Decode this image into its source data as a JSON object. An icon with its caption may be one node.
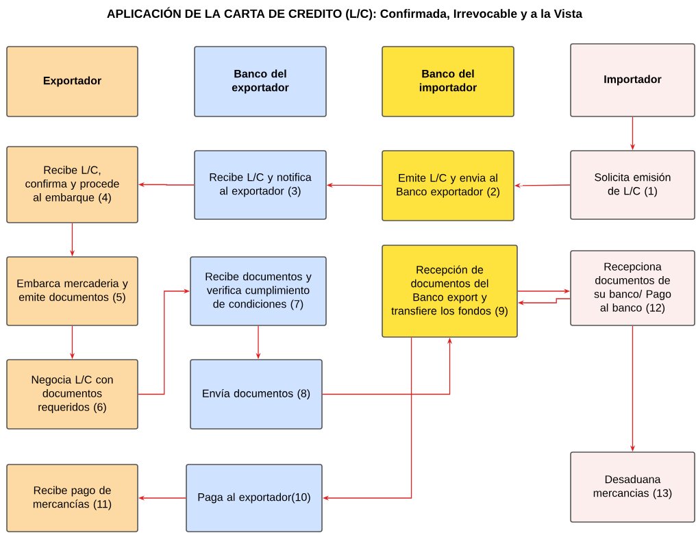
{
  "diagram": {
    "title": "APLICACIÓN DE LA CARTA DE CREDITO (L/C): Confirmada, Irrevocable y a  la Vista",
    "nodes": [
      {
        "text": [
          "Exportador"
        ]
      },
      {
        "text": [
          "Banco del exportador"
        ]
      },
      {
        "text": [
          "Banco del importador"
        ]
      },
      {
        "text": [
          "Importador"
        ]
      },
      {
        "text": [
          "Recibe L/C, confirma y procede al embarque (4)"
        ]
      },
      {
        "text": [
          "Recibe L/C y notifica al exportador (3)"
        ]
      },
      {
        "text": [
          "Emite L/C y envia al Banco exportador (2)"
        ]
      },
      {
        "text": [
          "Solicita emisión de L/C (1)"
        ]
      },
      {
        "text": [
          "Embarca mercaderia y emite documentos (5)"
        ]
      },
      {
        "text": [
          "Recibe documentos y verifica cumplimiento de condiciones (7)"
        ]
      },
      {
        "text": [
          "Recepción de documentos del Banco export y transfiere los fondos (9)"
        ]
      },
      {
        "text": [
          "Recepciona documentos de su banco/ Pago al banco (12)"
        ]
      },
      {
        "text": [
          "Negocia L/C con documentos requeridos (6)"
        ]
      },
      {
        "text": [
          "Envía documentos (8)"
        ]
      },
      {
        "text": [
          "Desaduana mercancias (13)"
        ]
      },
      {
        "text": [
          "Recibe pago de mercancías (11)"
        ]
      },
      {
        "text": [
          "Paga al exportador(10)"
        ]
      }
    ],
    "edges": [
      {
        "from": 3,
        "to": 7,
        "arrow": "to"
      },
      {
        "from": 7,
        "to": 6,
        "arrow": "to"
      },
      {
        "from": 6,
        "to": 5,
        "arrow": "to"
      },
      {
        "from": 5,
        "to": 4,
        "arrow": "to"
      },
      {
        "from": 4,
        "to": 8,
        "arrow": "to"
      },
      {
        "from": 8,
        "to": 12,
        "arrow": "to"
      },
      {
        "from": 12,
        "to": 9,
        "arrow": "to"
      },
      {
        "from": 9,
        "to": 13,
        "arrow": "to"
      },
      {
        "from": 13,
        "to": 10,
        "arrow": "to"
      },
      {
        "from": 10,
        "to": 11,
        "arrow": "to"
      },
      {
        "from": 11,
        "to": 10,
        "arrow": "to"
      },
      {
        "from": 11,
        "to": 14,
        "arrow": "to"
      },
      {
        "from": 10,
        "to": 16,
        "arrow": "to"
      },
      {
        "from": 16,
        "to": 15,
        "arrow": "to"
      }
    ]
  }
}
